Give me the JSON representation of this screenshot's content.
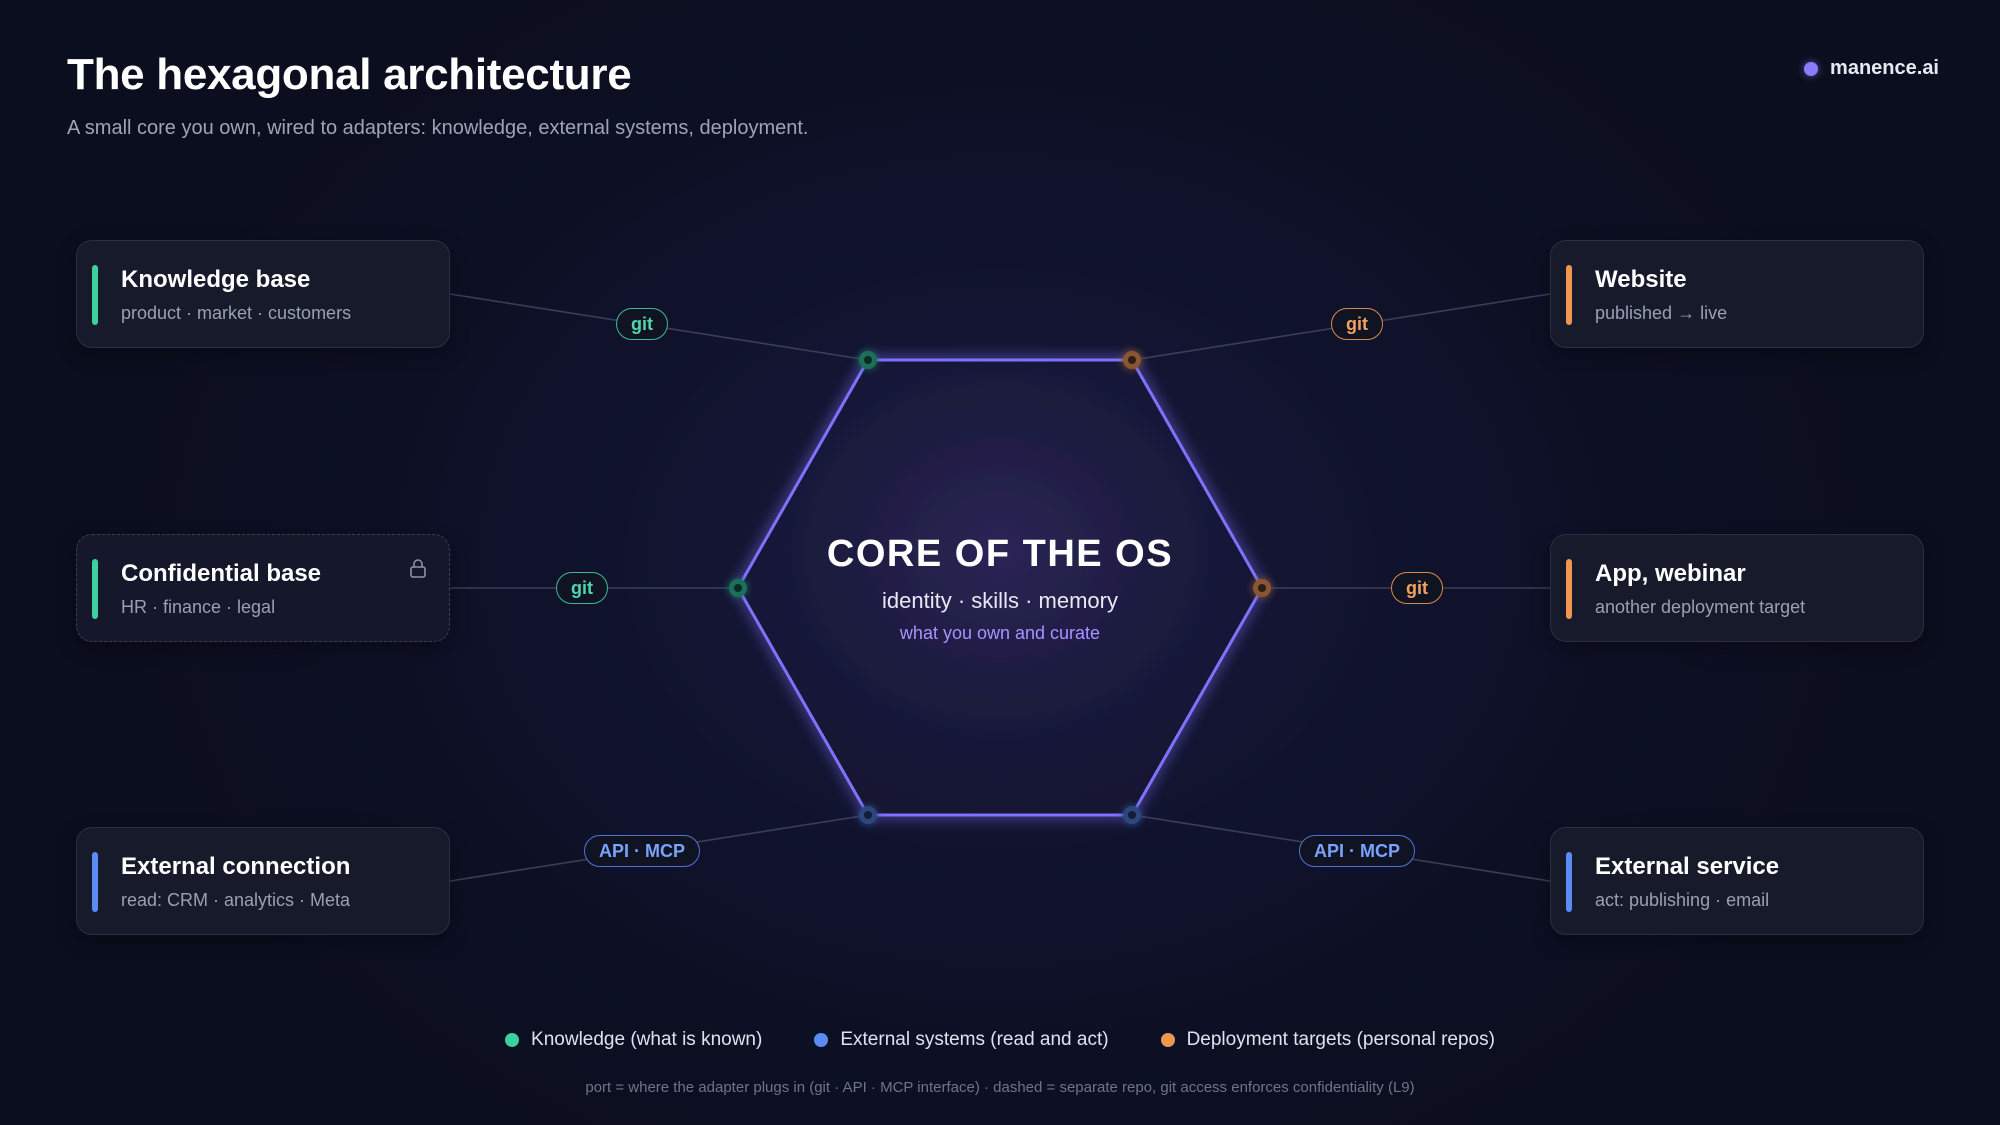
{
  "header": {
    "title": "The hexagonal architecture",
    "subtitle": "A small core you own, wired to adapters: knowledge, external systems, deployment.",
    "brand": "manence.ai"
  },
  "colors": {
    "knowledge": "#3ecf9f",
    "external": "#5b8cf5",
    "deployment": "#ef9650",
    "core": "#8b7cff",
    "background": "#0d1024"
  },
  "core": {
    "title": "CORE OF THE OS",
    "subtitle": "identity · skills · memory",
    "note": "what you own and curate"
  },
  "adapters": {
    "knowledge_base": {
      "title": "Knowledge base",
      "subtitle": "product · market · customers",
      "port": "git"
    },
    "confidential_base": {
      "title": "Confidential base",
      "subtitle": "HR · finance · legal",
      "port": "git",
      "icon": "lock-icon"
    },
    "external_connection": {
      "title": "External connection",
      "subtitle": "read: CRM · analytics · Meta",
      "port": "API · MCP"
    },
    "website": {
      "title": "Website",
      "subtitle": "published → live",
      "port": "git"
    },
    "app_webinar": {
      "title": "App, webinar",
      "subtitle": "another deployment target",
      "port": "git"
    },
    "external_service": {
      "title": "External service",
      "subtitle": "act: publishing · email",
      "port": "API · MCP"
    }
  },
  "legend": [
    {
      "label": "Knowledge (what is known)",
      "color": "#3ecf9f"
    },
    {
      "label": "External systems (read and act)",
      "color": "#5b8cf5"
    },
    {
      "label": "Deployment targets (personal repos)",
      "color": "#ef9650"
    }
  ],
  "footnote": "port = where the adapter plugs in (git · API · MCP interface) · dashed = separate repo, git access enforces confidentiality (L9)"
}
